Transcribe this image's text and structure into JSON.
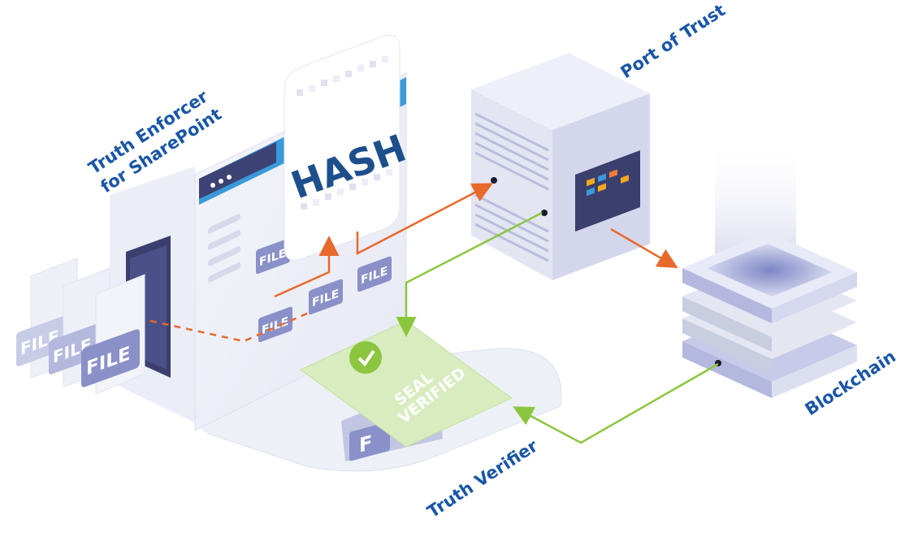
{
  "labels": {
    "truth_enforcer_line1": "Truth Enforcer",
    "truth_enforcer_line2": "for SharePoint",
    "port_of_trust": "Port of Trust",
    "blockchain": "Blockchain",
    "truth_verifier": "Truth Verifier"
  },
  "hash_card": {
    "text": "HASH"
  },
  "file_label": "FILE",
  "file_short": "F",
  "seal": {
    "line1": "SEAL",
    "line2": "VERIFIED"
  },
  "colors": {
    "label_blue": "#1a56a8",
    "flow_orange": "#e8692c",
    "verify_green": "#8cc63f",
    "file_tile": "#8a90c8",
    "device_dark": "#3a3f6e"
  },
  "icons": [
    "check-icon",
    "seal-badge-icon"
  ]
}
